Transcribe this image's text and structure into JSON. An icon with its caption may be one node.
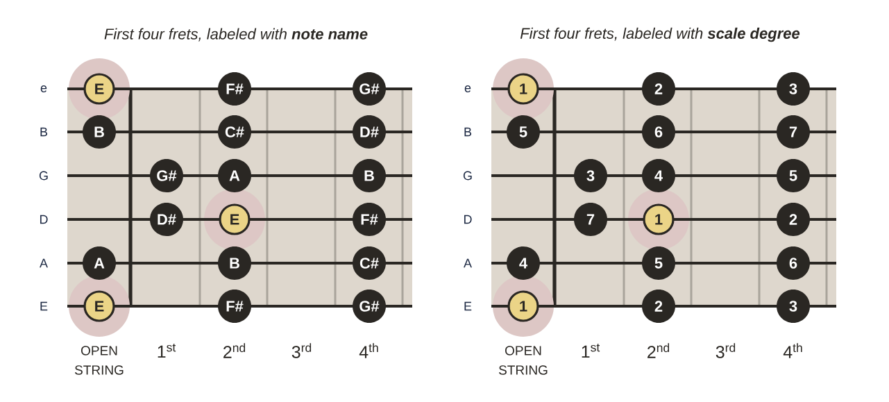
{
  "diagram": {
    "nodes": [
      {
        "text": [
          "E"
        ]
      },
      {
        "text": [
          "F#"
        ]
      },
      {
        "text": [
          "G#"
        ]
      },
      {
        "text": [
          "B"
        ]
      },
      {
        "text": [
          "C#"
        ]
      },
      {
        "text": [
          "D#"
        ]
      },
      {
        "text": [
          "G#"
        ]
      },
      {
        "text": [
          "A"
        ]
      },
      {
        "text": [
          "B"
        ]
      },
      {
        "text": [
          "D#"
        ]
      },
      {
        "text": [
          "E"
        ]
      },
      {
        "text": [
          "F#"
        ]
      },
      {
        "text": [
          "A"
        ]
      },
      {
        "text": [
          "B"
        ]
      },
      {
        "text": [
          "C#"
        ]
      },
      {
        "text": [
          "E"
        ]
      },
      {
        "text": [
          "F#"
        ]
      },
      {
        "text": [
          "G#"
        ]
      },
      {
        "text": [
          "1"
        ]
      },
      {
        "text": [
          "2"
        ]
      },
      {
        "text": [
          "3"
        ]
      },
      {
        "text": [
          "5"
        ]
      },
      {
        "text": [
          "6"
        ]
      },
      {
        "text": [
          "7"
        ]
      },
      {
        "text": [
          "3"
        ]
      },
      {
        "text": [
          "4"
        ]
      },
      {
        "text": [
          "5"
        ]
      },
      {
        "text": [
          "7"
        ]
      },
      {
        "text": [
          "1"
        ]
      },
      {
        "text": [
          "2"
        ]
      },
      {
        "text": [
          "4"
        ]
      },
      {
        "text": [
          "5"
        ]
      },
      {
        "text": [
          "6"
        ]
      },
      {
        "text": [
          "1"
        ]
      },
      {
        "text": [
          "2"
        ]
      },
      {
        "text": [
          "3"
        ]
      }
    ],
    "labels": [
      "First four frets, labeled with **note name**",
      "First four frets, labeled with **scale degree**",
      "e",
      "B",
      "G",
      "D",
      "A",
      "E",
      "OPEN STRING",
      "1$^{st}$",
      "2$^{nd}$",
      "3$^{rd}$",
      "4$^{th}$",
      "e",
      "B",
      "G",
      "D",
      "A",
      "E",
      "OPEN STRING",
      "1$^{st}$",
      "2$^{nd}$",
      "3$^{rd}$",
      "4$^{th}$"
    ]
  }
}
